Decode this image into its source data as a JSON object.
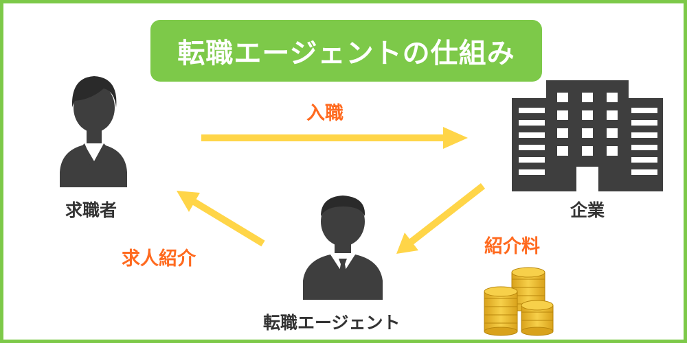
{
  "title": "転職エージェントの仕組み",
  "nodes": {
    "jobseeker": "求職者",
    "company": "企業",
    "agent": "転職エージェント"
  },
  "flows": {
    "hire": "入職",
    "referral": "求人紹介",
    "fee": "紹介料"
  },
  "icons": {
    "jobseeker": "female-person-icon",
    "company": "office-building-icon",
    "agent": "male-person-icon",
    "fee": "coin-stack-icon"
  },
  "colors": {
    "frame": "#7dc949",
    "title_bg": "#7dc949",
    "arrow": "#ffd548",
    "flow_label": "#ff6a1f",
    "icon": "#3e3e3e",
    "coin": "#f2c12e"
  }
}
